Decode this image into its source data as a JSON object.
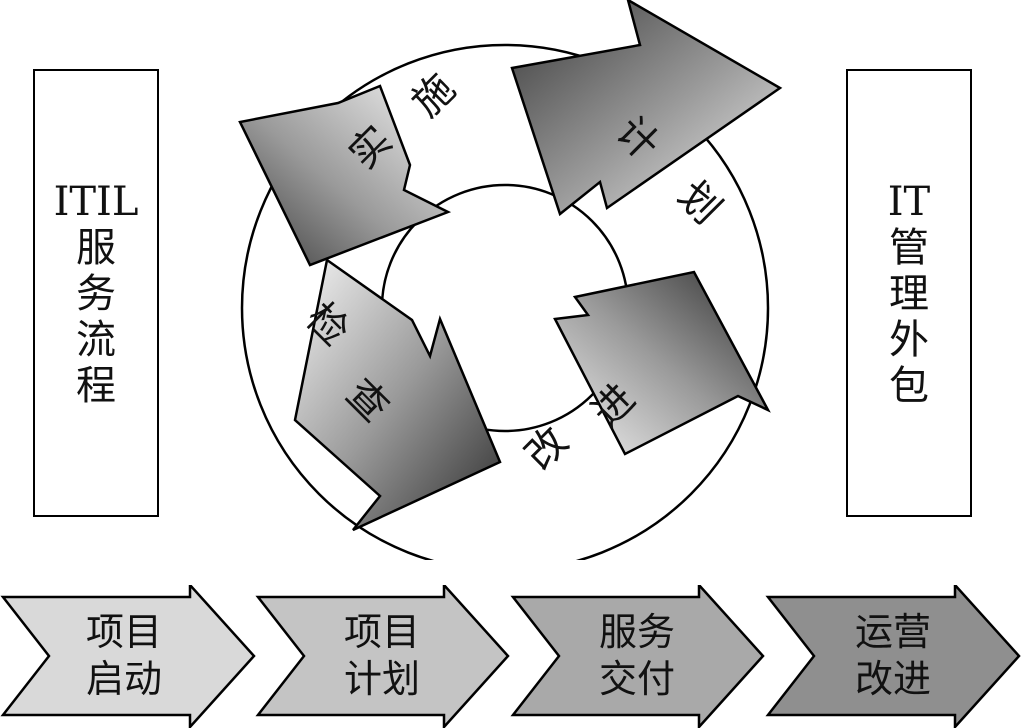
{
  "left_box": {
    "lines": [
      "ITIL",
      "服",
      "务",
      "流",
      "程"
    ]
  },
  "right_box": {
    "lines": [
      "IT",
      "管",
      "理",
      "外",
      "包"
    ]
  },
  "cycle": {
    "stages": [
      {
        "chars": [
          "计",
          "划"
        ]
      },
      {
        "chars": [
          "改",
          "进"
        ]
      },
      {
        "chars": [
          "检",
          "查"
        ]
      },
      {
        "chars": [
          "实",
          "施"
        ]
      }
    ]
  },
  "process_flow": [
    {
      "line1": "项目",
      "line2": "启动",
      "color": "#d9d9d9"
    },
    {
      "line1": "项目",
      "line2": "计划",
      "color": "#c4c4c4"
    },
    {
      "line1": "服务",
      "line2": "交付",
      "color": "#a9a9a9"
    },
    {
      "line1": "运营",
      "line2": "改进",
      "color": "#8f8f8f"
    }
  ]
}
